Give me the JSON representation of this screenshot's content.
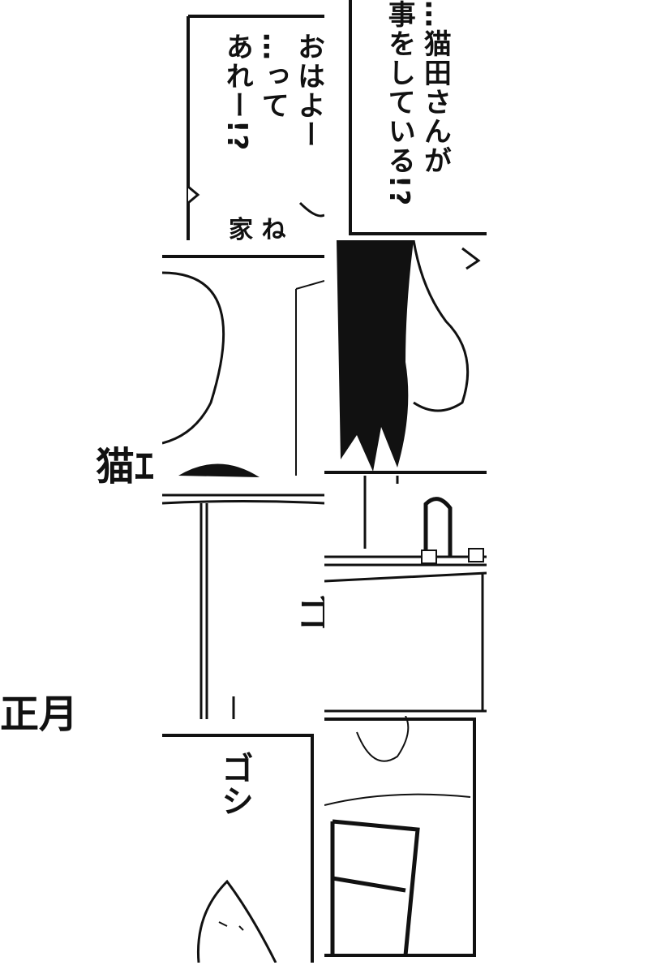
{
  "speech_bubbles": {
    "top_right": [
      "…猫田さんが",
      "事をしている!?"
    ],
    "top_left": [
      "おはよー",
      "…って",
      "あれー!?"
    ],
    "bottom_fragment": "家 ね"
  },
  "title_fragments": [
    "猫ｴ",
    "正月"
  ],
  "sound_effects": [
    "ゴ",
    "ゴシ"
  ]
}
